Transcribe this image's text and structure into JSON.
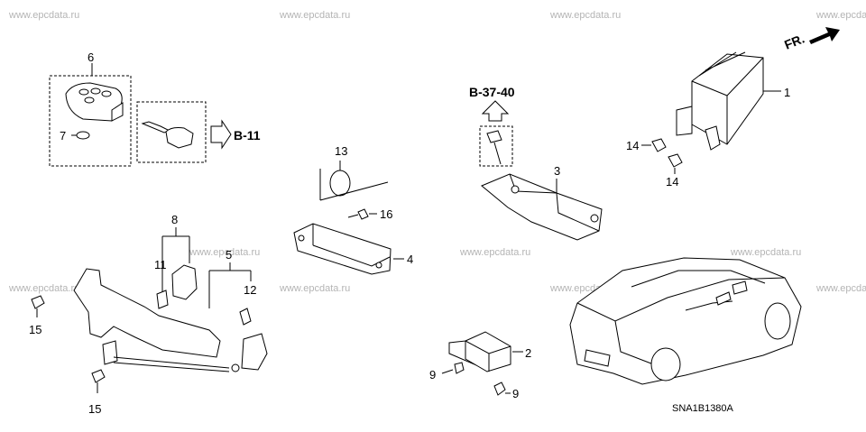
{
  "watermark": "www.epcdata.ru",
  "direction_label": "FR.",
  "diagram_code": "SNA1B1380A",
  "refs": {
    "b11": "B-11",
    "b3740": "B-37-40"
  },
  "callouts": {
    "c1": "1",
    "c2": "2",
    "c3": "3",
    "c4": "4",
    "c5": "5",
    "c6": "6",
    "c7": "7",
    "c8": "8",
    "c9a": "9",
    "c9b": "9",
    "c11": "11",
    "c12": "12",
    "c13": "13",
    "c14a": "14",
    "c14b": "14",
    "c15a": "15",
    "c15b": "15",
    "c16": "16"
  }
}
